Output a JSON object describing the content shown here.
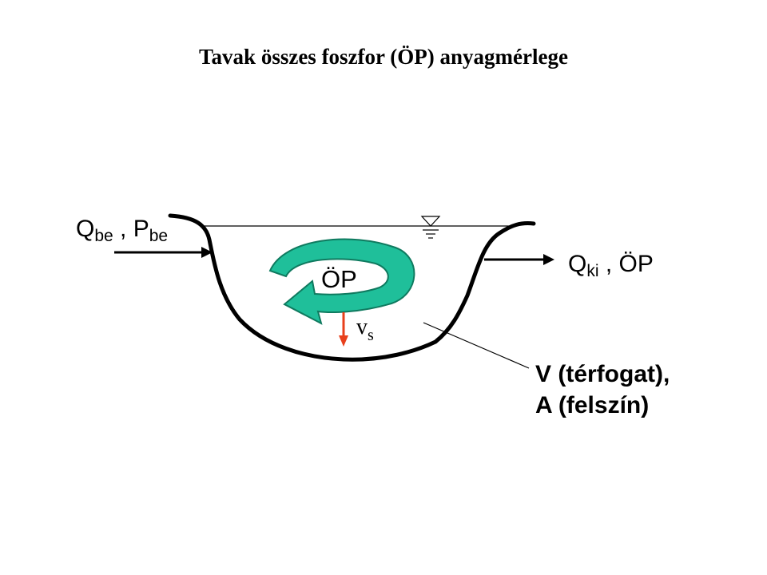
{
  "title": "Tavak összes foszfor (ÖP) anyagmérlege",
  "inflow": {
    "q": "Q",
    "q_sub": "be",
    "sep": " , ",
    "p": "P",
    "p_sub": "be"
  },
  "outflow": {
    "q": "Q",
    "q_sub": "ki",
    "sep": " , ",
    "p": "ÖP"
  },
  "cycle_label": "ÖP",
  "settling": {
    "v": "v",
    "v_sub": "s"
  },
  "lake_label": {
    "line1": "V (térfogat),",
    "line2": "A (felszín)"
  },
  "colors": {
    "cycle": "#1fbf9a",
    "cycle_stroke": "#0f7a5f",
    "settling_arrow": "#e8401c",
    "outline": "#000000"
  }
}
